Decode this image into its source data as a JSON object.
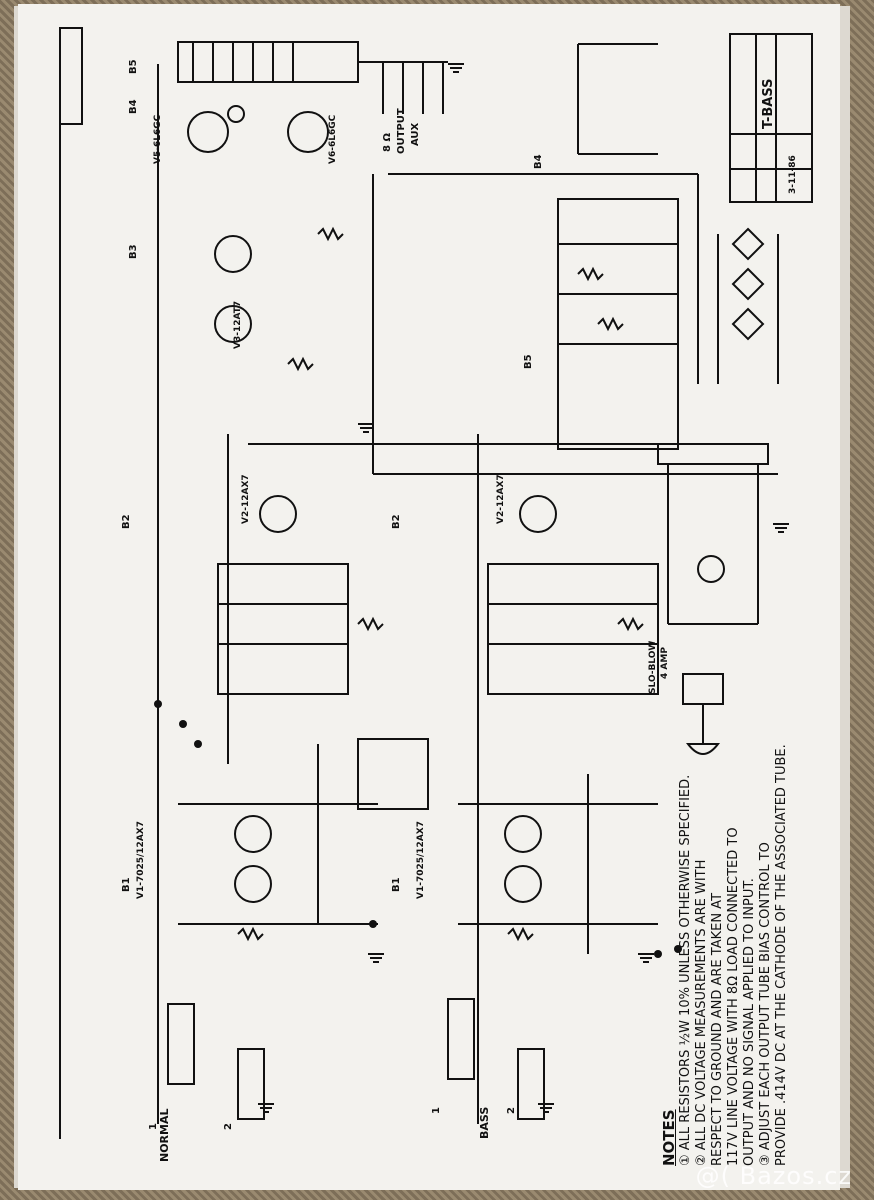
{
  "title_block": {
    "model": "T-BASS",
    "date": "3-11-86"
  },
  "channels": {
    "normal": "NORMAL",
    "bass": "BASS"
  },
  "jacks": {
    "input1": "1",
    "input2": "2"
  },
  "output": {
    "label": "OUTPUT",
    "impedance": "8 Ω",
    "aux": "AUX"
  },
  "supply_nodes": {
    "b1": "B1",
    "b2": "B2",
    "b3": "B3",
    "b4": "B4",
    "b5": "B5"
  },
  "tubes": {
    "v1": "V1-7025/12AX7",
    "v2": "V2-12AX7",
    "v3": "V3-12AT7",
    "v5": "V5-6L6GC",
    "v6": "V6-6L6GC"
  },
  "fuse": {
    "label": "SLO-BLOW",
    "rating": "4 AMP"
  },
  "notes": {
    "title": "NOTES",
    "items": [
      "① ALL RESISTORS ½W 10% UNLESS OTHERWISE SPECIFIED.",
      "② ALL DC VOLTAGE MEASUREMENTS ARE WITH",
      "RESPECT TO GROUND AND ARE TAKEN AT",
      "117V LINE VOLTAGE WITH 8Ω LOAD CONNECTED TO",
      "OUTPUT AND NO SIGNAL APPLIED TO INPUT.",
      "③ ADJUST EACH OUTPUT TUBE BIAS CONTROL TO",
      "PROVIDE .414V DC AT THE CATHODE OF THE ASSOCIATED TUBE."
    ]
  },
  "watermark": "@( Bazos.cz"
}
